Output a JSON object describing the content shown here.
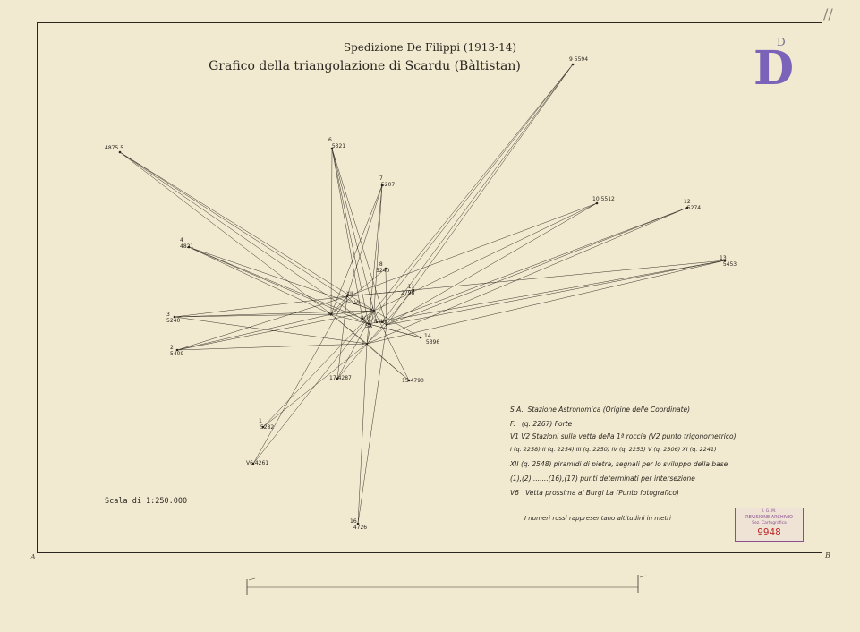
{
  "title": "Spedizione De Filippi (1913-14)",
  "subtitle": "Grafico della triangolazione di Scardu (Bàltistan)",
  "sheet_letter": "D",
  "pencil_mark": "D",
  "corner_marks": "//",
  "stations": [
    {
      "id": "5",
      "number": "5",
      "altitude": "4875"
    },
    {
      "id": "6",
      "number": "6",
      "altitude": "5321"
    },
    {
      "id": "7",
      "number": "7",
      "altitude": "5207"
    },
    {
      "id": "9",
      "number": "9",
      "altitude": "5594"
    },
    {
      "id": "10",
      "number": "10",
      "altitude": "5512"
    },
    {
      "id": "12",
      "number": "12",
      "altitude": "5274"
    },
    {
      "id": "13",
      "number": "13",
      "altitude": "5453"
    },
    {
      "id": "4",
      "number": "4",
      "altitude": "4821"
    },
    {
      "id": "3",
      "number": "3",
      "altitude": "5240"
    },
    {
      "id": "2",
      "number": "2",
      "altitude": "5409"
    },
    {
      "id": "8",
      "number": "8",
      "altitude": "5240"
    },
    {
      "id": "11",
      "number": "11",
      "altitude": "2798"
    },
    {
      "id": "14",
      "number": "14",
      "altitude": "5396"
    },
    {
      "id": "15",
      "number": "15",
      "altitude": "4790"
    },
    {
      "id": "17",
      "number": "17",
      "altitude": "4287"
    },
    {
      "id": "1",
      "number": "1",
      "altitude": "5282"
    },
    {
      "id": "V6",
      "number": "V6",
      "altitude": "4261"
    },
    {
      "id": "16",
      "number": "16",
      "altitude": "4726"
    }
  ],
  "base_labels": [
    "XII",
    "XI",
    "VI",
    "V",
    "IV",
    "SA",
    "F",
    "III",
    "II",
    "I"
  ],
  "legend": [
    {
      "key": "S.A.",
      "text": "Stazione Astronomica (Origine delle Coordinate)"
    },
    {
      "key": "F.",
      "text": "(q. 2267) Forte"
    },
    {
      "key": "V1 V2",
      "text": "Stazioni sulla vetta della 1ª roccia (V2 punto trigonometrico)"
    },
    {
      "key": "",
      "text": "I (q. 2258) II (q. 2254) III (q. 2250) IV (q. 2253) V (q. 2306) XI (q. 2241)"
    },
    {
      "key": "",
      "text": "XII (q. 2548) piramidi di pietra, segnali per lo sviluppo della base"
    },
    {
      "key": "",
      "text": "(1),(2)........(16),(17) punti determinati per intersezione"
    },
    {
      "key": "V6",
      "text": "Vetta prossima al Burgi La (Punto fotografico)"
    }
  ],
  "note": "I numeri rossi rappresentano altitudini in metri",
  "scale": "Scala di 1:250.000",
  "stamp": {
    "line1": "I. G. M.",
    "line2": "REVISIONE ARCHIVIO",
    "line3": "Sez. Cartografica",
    "number": "9948"
  },
  "corners": {
    "left": "A",
    "right": "B"
  }
}
